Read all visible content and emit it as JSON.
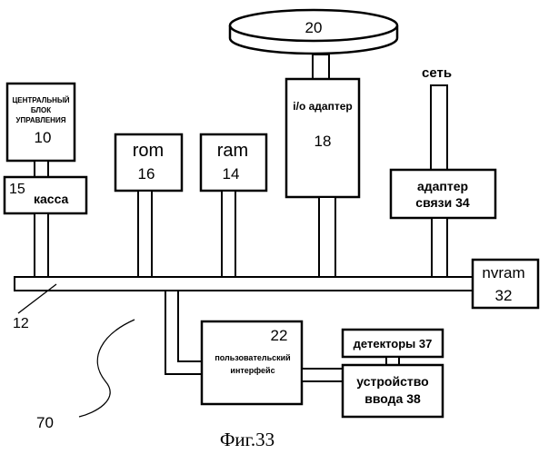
{
  "diagram": {
    "disk": {
      "number": "20"
    },
    "cpu": {
      "line1": "ЦЕНТРАЛЬНЫЙ",
      "line2": "БЛОК",
      "line3": "УПРАВЛЕНИЯ",
      "number": "10"
    },
    "cash": {
      "number": "15",
      "label": "касса"
    },
    "rom": {
      "label": "rom",
      "number": "16"
    },
    "ram": {
      "label": "ram",
      "number": "14"
    },
    "io": {
      "label": "i/o адаптер",
      "number": "18"
    },
    "network": {
      "label": "сеть"
    },
    "comm": {
      "line1": "адаптер",
      "line2": "связи 34"
    },
    "nvram": {
      "label": "nvram",
      "number": "32"
    },
    "bus": {
      "number": "12"
    },
    "ui": {
      "number": "22",
      "line1": "пользовательский",
      "line2": "интерфейс"
    },
    "detectors": {
      "label": "детекторы 37"
    },
    "input": {
      "line1": "устройство",
      "line2": "ввода 38"
    },
    "ref70": {
      "number": "70"
    }
  },
  "caption": "Фиг.33"
}
